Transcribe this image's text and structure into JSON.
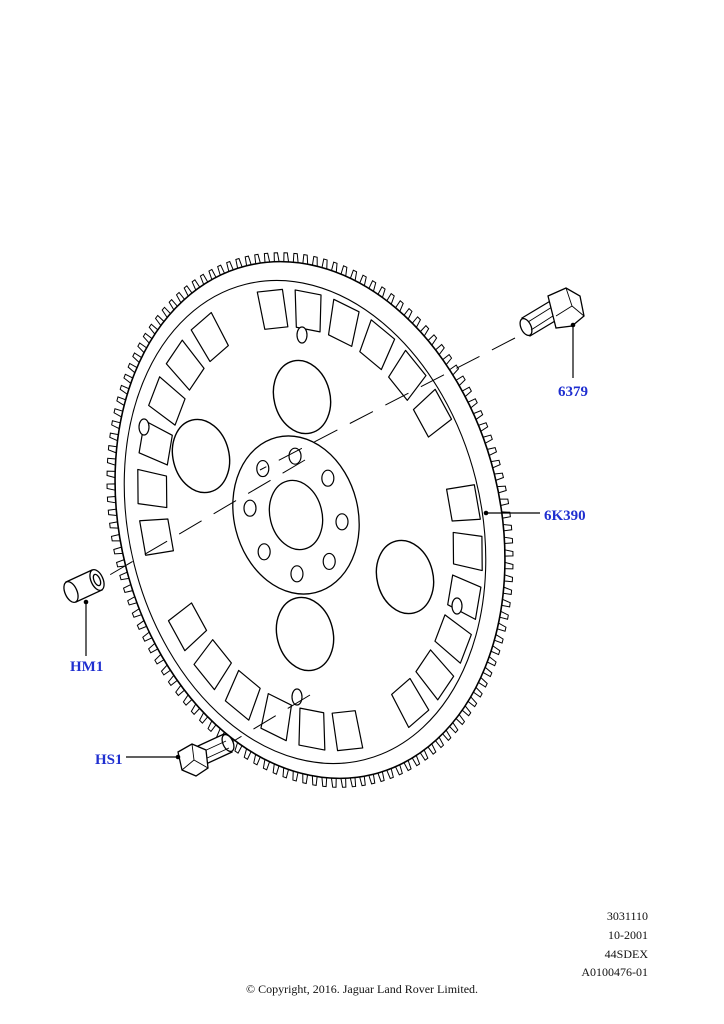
{
  "callouts": {
    "bolt_6379": "6379",
    "flexplate_6K390": "6K390",
    "spacer_HM1": "HM1",
    "bolt_HS1": "HS1"
  },
  "drawing_info": {
    "line1": "3031110",
    "line2": "10-2001",
    "line3": "44SDEX",
    "line4": "A0100476-01"
  },
  "copyright": "© Copyright, 2016. Jaguar Land Rover Limited.",
  "colors": {
    "callout_text": "#1f2fd0",
    "line_art": "#000000",
    "background": "#ffffff"
  }
}
